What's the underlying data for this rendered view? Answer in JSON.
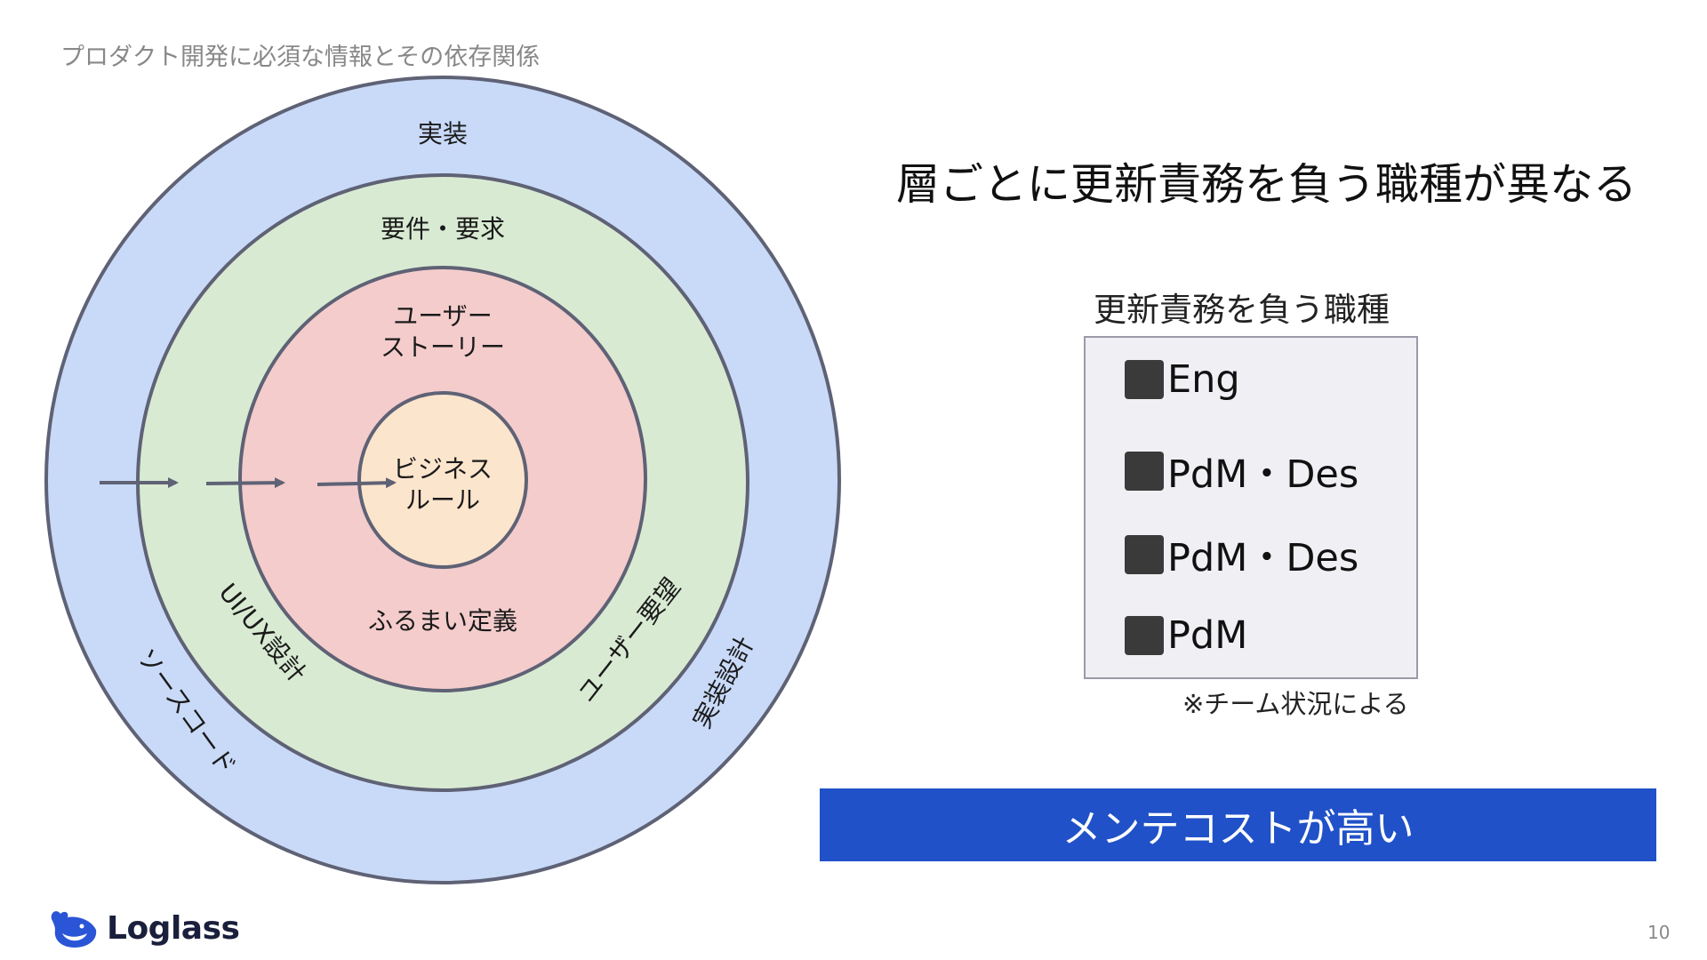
{
  "breadcrumb": "プロダクト開発に必須な情報とその依存関係",
  "diagram": {
    "rings": [
      {
        "name": "実装",
        "side_labels": [
          "ソースコード",
          "実装設計"
        ],
        "color": "#c9daf8"
      },
      {
        "name": "要件・要求",
        "side_labels": [
          "UI/UX設計",
          "ユーザー要望"
        ],
        "color": "#d9ead3"
      },
      {
        "name": [
          "ユーザー",
          "ストーリー"
        ],
        "side_labels": [
          "ふるまい定義"
        ],
        "color": "#f4cccc"
      },
      {
        "name": [
          "ビジネス",
          "ルール"
        ],
        "color": "#fce5cd"
      }
    ],
    "arrow_color": "#5f6275",
    "border_color": "#5f6275"
  },
  "headline": "層ごとに更新責務を負う職種が異なる",
  "roles": {
    "title": "更新責務を負う職種",
    "items": [
      "Eng",
      "PdM・Des",
      "PdM・Des",
      "PdM"
    ],
    "note": "※チーム状況による"
  },
  "banner": "メンテコストが高い",
  "logo": "Loglass",
  "page_number": "10",
  "colors": {
    "banner": "#2051c8",
    "logo_accent": "#2a55d6"
  }
}
